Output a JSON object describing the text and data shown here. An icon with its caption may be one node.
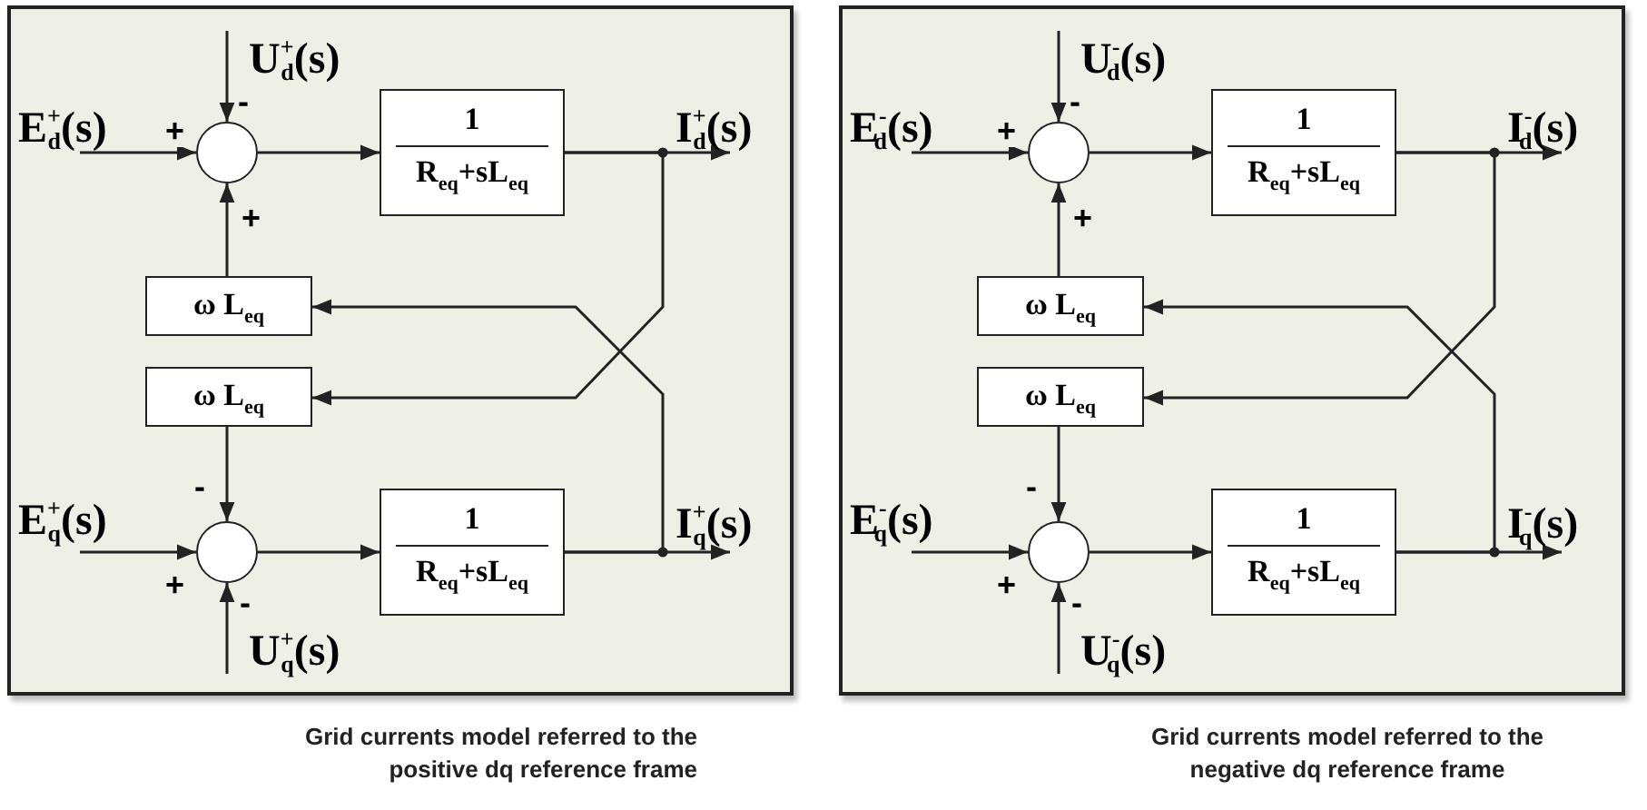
{
  "diagram": {
    "nodes": [
      {
        "text": [
          "Grid currents model referred to the positive dq reference frame"
        ]
      },
      {
        "text": [
          "U$^{+}$$_{d}$(s)"
        ],
        "in": 0
      },
      {
        "text": [
          "E$^{+}$$_{d}$(s)"
        ],
        "in": 0
      },
      {
        "text": [],
        "shape": "circle",
        "in": 0
      },
      {
        "text": [
          "1",
          "R$_{eq}$+sL$_{eq}$"
        ],
        "in": 0
      },
      {
        "text": [
          "I$^{+}$$_{d}$(s)"
        ],
        "in": 0
      },
      {
        "text": [
          "ω L$_{eq}$"
        ],
        "in": 0
      },
      {
        "text": [
          "ω L$_{eq}$"
        ],
        "in": 0
      },
      {
        "text": [
          "E$^{+}$$_{q}$(s)"
        ],
        "in": 0
      },
      {
        "text": [],
        "shape": "circle",
        "in": 0
      },
      {
        "text": [
          "1",
          "R$_{eq}$+sL$_{eq}$"
        ],
        "in": 0
      },
      {
        "text": [
          "I$^{+}$$_{q}$(s)"
        ],
        "in": 0
      },
      {
        "text": [
          "U$^{+}$$_{q}$(s)"
        ],
        "in": 0
      },
      {
        "text": [
          "Grid currents model referred to the negative dq reference frame"
        ]
      },
      {
        "text": [
          "U$^{-}$$_{d}$(s)"
        ],
        "in": 13
      },
      {
        "text": [
          "E$^{-}$$_{d}$(s)"
        ],
        "in": 13
      },
      {
        "text": [],
        "shape": "circle",
        "in": 13
      },
      {
        "text": [
          "1",
          "R$_{eq}$+sL$_{eq}$"
        ],
        "in": 13
      },
      {
        "text": [
          "I$^{-}$$_{d}$(s)"
        ],
        "in": 13
      },
      {
        "text": [
          "ω L$_{eq}$"
        ],
        "in": 13
      },
      {
        "text": [
          "ω L$_{eq}$"
        ],
        "in": 13
      },
      {
        "text": [
          "E$^{-}$$_{q}$(s)"
        ],
        "in": 13
      },
      {
        "text": [],
        "shape": "circle",
        "in": 13
      },
      {
        "text": [
          "1",
          "R$_{eq}$+sL$_{eq}$"
        ],
        "in": 13
      },
      {
        "text": [
          "I$^{-}$$_{q}$(s)"
        ],
        "in": 13
      },
      {
        "text": [
          "U$^{-}$$_{q}$(s)"
        ],
        "in": 13
      }
    ],
    "edges": [
      {
        "from": 1,
        "to": 3,
        "arrow": "to",
        "label": "-"
      },
      {
        "from": 2,
        "to": 3,
        "arrow": "to",
        "label": "+"
      },
      {
        "from": 6,
        "to": 3,
        "arrow": "to",
        "label": "+"
      },
      {
        "from": 3,
        "to": 4,
        "arrow": "to"
      },
      {
        "from": 4,
        "to": 5,
        "arrow": "to"
      },
      {
        "from": 4,
        "to": 7,
        "arrow": "to"
      },
      {
        "from": 7,
        "to": 9,
        "arrow": "to",
        "label": "-"
      },
      {
        "from": 8,
        "to": 9,
        "arrow": "to",
        "label": "+"
      },
      {
        "from": 12,
        "to": 9,
        "arrow": "to",
        "label": "-"
      },
      {
        "from": 9,
        "to": 10,
        "arrow": "to"
      },
      {
        "from": 10,
        "to": 11,
        "arrow": "to"
      },
      {
        "from": 10,
        "to": 6,
        "arrow": "to"
      },
      {
        "from": 14,
        "to": 16,
        "arrow": "to",
        "label": "-"
      },
      {
        "from": 15,
        "to": 16,
        "arrow": "to",
        "label": "+"
      },
      {
        "from": 19,
        "to": 16,
        "arrow": "to",
        "label": "+"
      },
      {
        "from": 16,
        "to": 17,
        "arrow": "to"
      },
      {
        "from": 17,
        "to": 18,
        "arrow": "to"
      },
      {
        "from": 17,
        "to": 20,
        "arrow": "to"
      },
      {
        "from": 20,
        "to": 22,
        "arrow": "to",
        "label": "-"
      },
      {
        "from": 21,
        "to": 22,
        "arrow": "to",
        "label": "+"
      },
      {
        "from": 25,
        "to": 22,
        "arrow": "to",
        "label": "-"
      },
      {
        "from": 22,
        "to": 23,
        "arrow": "to"
      },
      {
        "from": 23,
        "to": 24,
        "arrow": "to"
      },
      {
        "from": 23,
        "to": 19,
        "arrow": "to"
      }
    ]
  }
}
